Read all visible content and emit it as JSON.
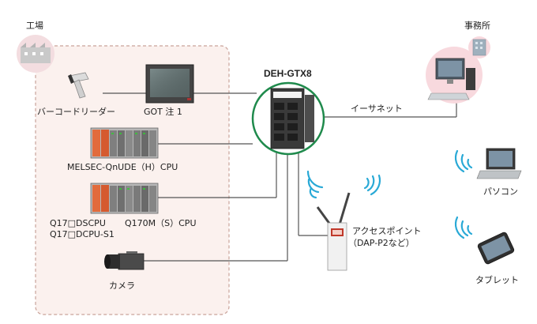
{
  "diagram": {
    "factory_label": "工場",
    "office_label": "事務所",
    "hub_label": "DEH-GTX8",
    "ethernet_label": "イーサネット",
    "devices": {
      "barcode_reader": "バーコードリーダー",
      "got": "GOT 注 1",
      "melsec": "MELSEC-QnUDE（H）CPU",
      "q17_dscpu": "Q17□DSCPU",
      "q170m": "Q170M（S）CPU",
      "q17_dcpu": "Q17□DCPU-S1",
      "camera": "カメラ",
      "access_point_line1": "アクセスポイント",
      "access_point_line2": "（DAP-P2など）",
      "pc": "パソコン",
      "tablet": "タブレット"
    }
  },
  "colors": {
    "factory_border": "#c9a39a",
    "factory_fill": "#fbf1ee",
    "office_fill": "#f8d9de",
    "hub_ring": "#1f8a4c",
    "line": "#555555",
    "wifi": "#29a9d6"
  }
}
